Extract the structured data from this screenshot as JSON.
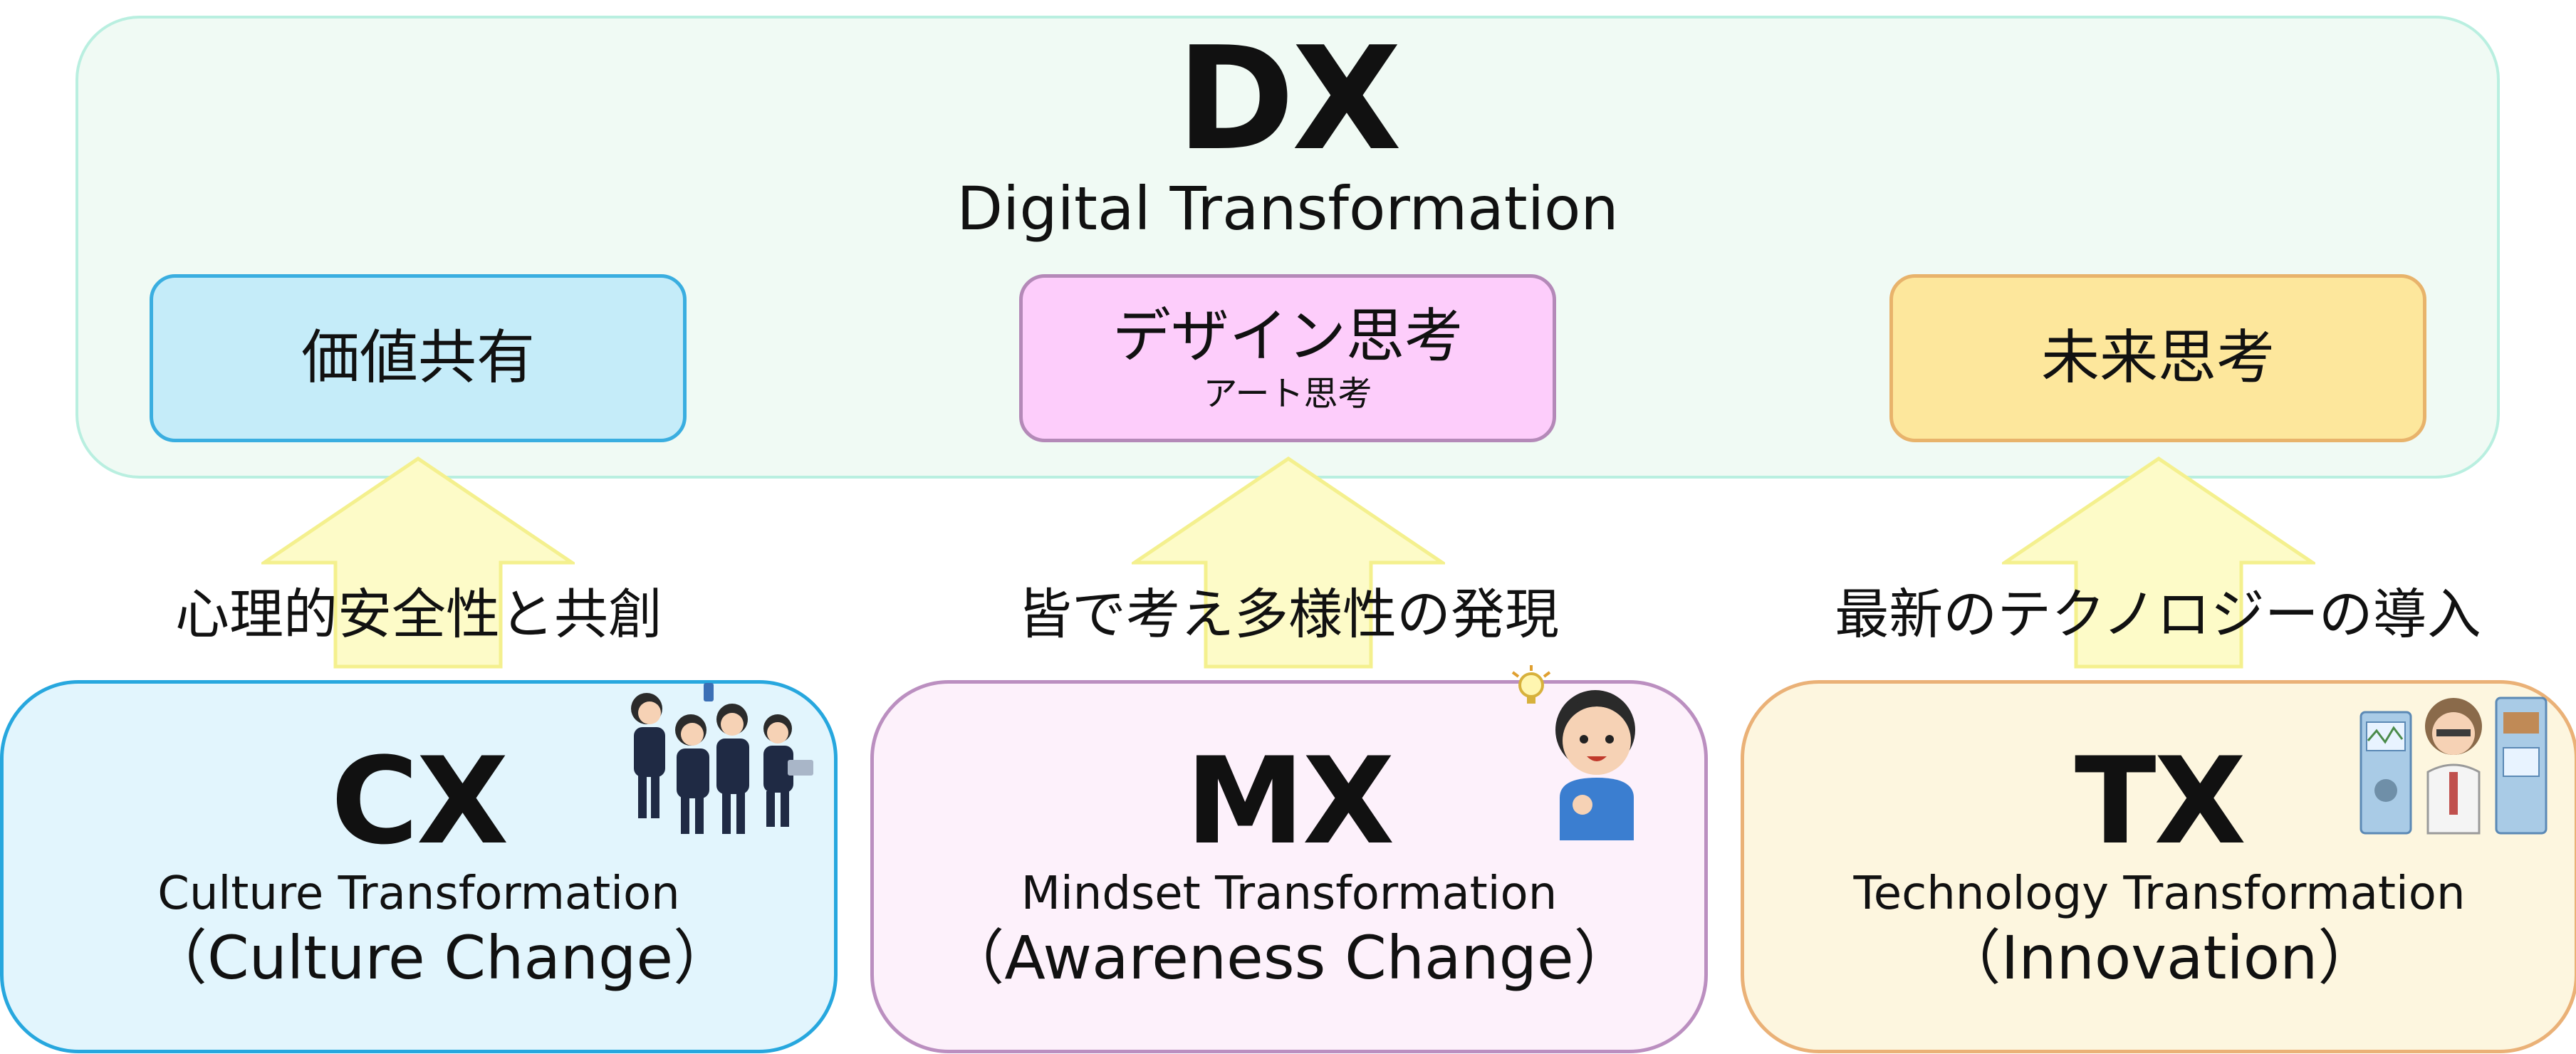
{
  "dx": {
    "title": "DX",
    "subtitle": "Digital Transformation",
    "values": [
      {
        "main": "価値共有",
        "sub": ""
      },
      {
        "main": "デザイン思考",
        "sub": "アート思考"
      },
      {
        "main": "未来思考",
        "sub": ""
      }
    ]
  },
  "captions": [
    "心理的安全性と共創",
    "皆で考え多様性の発現",
    "最新のテクノロジーの導入"
  ],
  "pillars": [
    {
      "title": "CX",
      "subtitle": "Culture Transformation",
      "note": "（Culture Change）"
    },
    {
      "title": "MX",
      "subtitle": "Mindset Transformation",
      "note": "（Awareness Change）"
    },
    {
      "title": "TX",
      "subtitle": "Technology Transformation",
      "note": "（Innovation）"
    }
  ],
  "colors": {
    "cx_border": "#27a7de",
    "mx_border": "#bb8fc0",
    "tx_border": "#eab177",
    "arrow_fill": "#fdfbc8"
  }
}
